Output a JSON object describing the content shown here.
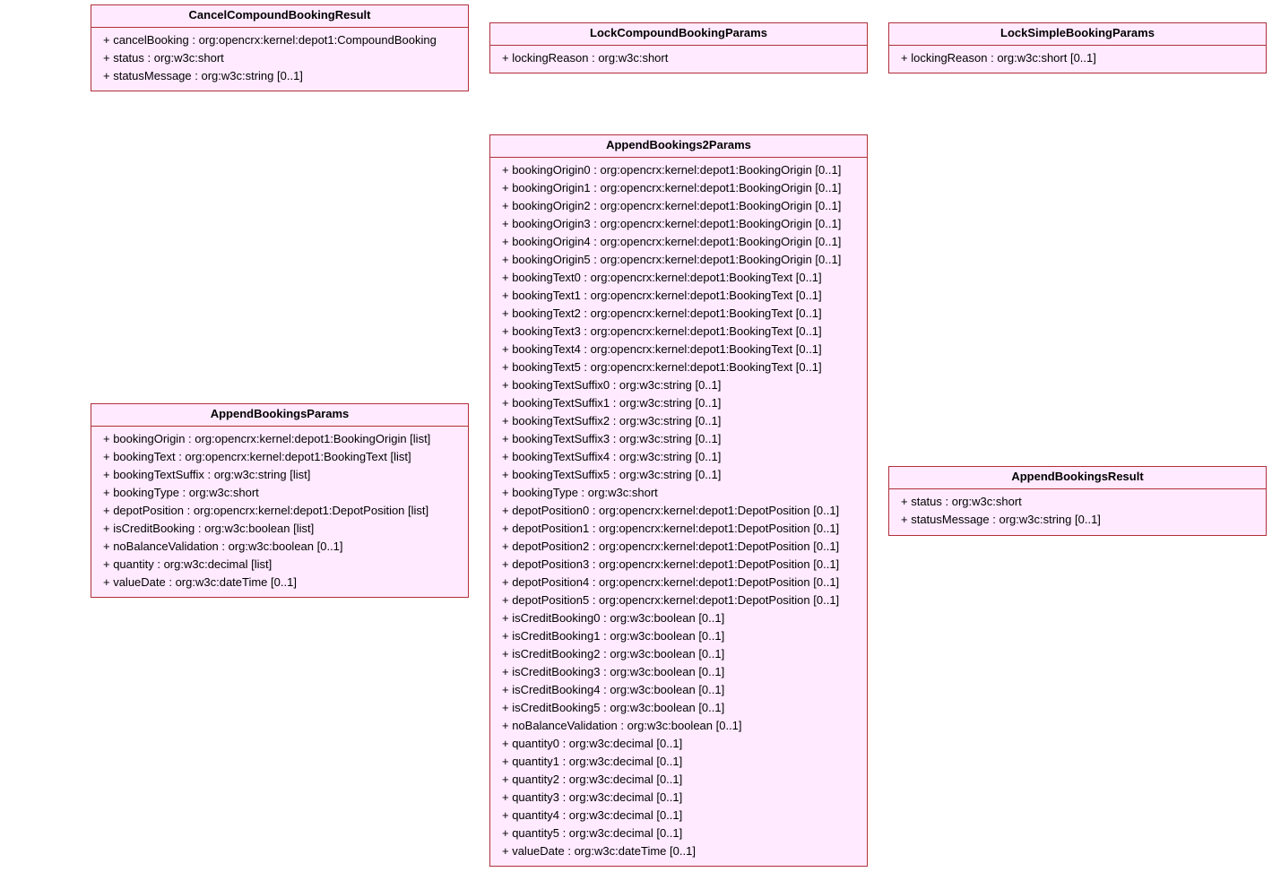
{
  "classes": [
    {
      "id": "box-cancel",
      "name": "CancelCompoundBookingResult",
      "attributes": [
        "+ cancelBooking : org:opencrx:kernel:depot1:CompoundBooking",
        "+ status : org:w3c:short",
        "+ statusMessage : org:w3c:string [0..1]"
      ]
    },
    {
      "id": "box-lockcomp",
      "name": "LockCompoundBookingParams",
      "attributes": [
        "+ lockingReason : org:w3c:short"
      ]
    },
    {
      "id": "box-locksimp",
      "name": "LockSimpleBookingParams",
      "attributes": [
        "+ lockingReason : org:w3c:short [0..1]"
      ]
    },
    {
      "id": "box-append2",
      "name": "AppendBookings2Params",
      "attributes": [
        "+ bookingOrigin0 : org:opencrx:kernel:depot1:BookingOrigin [0..1]",
        "+ bookingOrigin1 : org:opencrx:kernel:depot1:BookingOrigin [0..1]",
        "+ bookingOrigin2 : org:opencrx:kernel:depot1:BookingOrigin [0..1]",
        "+ bookingOrigin3 : org:opencrx:kernel:depot1:BookingOrigin [0..1]",
        "+ bookingOrigin4 : org:opencrx:kernel:depot1:BookingOrigin [0..1]",
        "+ bookingOrigin5 : org:opencrx:kernel:depot1:BookingOrigin [0..1]",
        "+ bookingText0 : org:opencrx:kernel:depot1:BookingText [0..1]",
        "+ bookingText1 : org:opencrx:kernel:depot1:BookingText [0..1]",
        "+ bookingText2 : org:opencrx:kernel:depot1:BookingText [0..1]",
        "+ bookingText3 : org:opencrx:kernel:depot1:BookingText [0..1]",
        "+ bookingText4 : org:opencrx:kernel:depot1:BookingText [0..1]",
        "+ bookingText5 : org:opencrx:kernel:depot1:BookingText [0..1]",
        "+ bookingTextSuffix0 : org:w3c:string [0..1]",
        "+ bookingTextSuffix1 : org:w3c:string [0..1]",
        "+ bookingTextSuffix2 : org:w3c:string [0..1]",
        "+ bookingTextSuffix3 : org:w3c:string [0..1]",
        "+ bookingTextSuffix4 : org:w3c:string [0..1]",
        "+ bookingTextSuffix5 : org:w3c:string [0..1]",
        "+ bookingType : org:w3c:short",
        "+ depotPosition0 : org:opencrx:kernel:depot1:DepotPosition [0..1]",
        "+ depotPosition1 : org:opencrx:kernel:depot1:DepotPosition [0..1]",
        "+ depotPosition2 : org:opencrx:kernel:depot1:DepotPosition [0..1]",
        "+ depotPosition3 : org:opencrx:kernel:depot1:DepotPosition [0..1]",
        "+ depotPosition4 : org:opencrx:kernel:depot1:DepotPosition [0..1]",
        "+ depotPosition5 : org:opencrx:kernel:depot1:DepotPosition [0..1]",
        "+ isCreditBooking0 : org:w3c:boolean [0..1]",
        "+ isCreditBooking1 : org:w3c:boolean [0..1]",
        "+ isCreditBooking2 : org:w3c:boolean [0..1]",
        "+ isCreditBooking3 : org:w3c:boolean [0..1]",
        "+ isCreditBooking4 : org:w3c:boolean [0..1]",
        "+ isCreditBooking5 : org:w3c:boolean [0..1]",
        "+ noBalanceValidation : org:w3c:boolean [0..1]",
        "+ quantity0 : org:w3c:decimal [0..1]",
        "+ quantity1 : org:w3c:decimal [0..1]",
        "+ quantity2 : org:w3c:decimal [0..1]",
        "+ quantity3 : org:w3c:decimal [0..1]",
        "+ quantity4 : org:w3c:decimal [0..1]",
        "+ quantity5 : org:w3c:decimal [0..1]",
        "+ valueDate : org:w3c:dateTime [0..1]"
      ]
    },
    {
      "id": "box-appendp",
      "name": "AppendBookingsParams",
      "attributes": [
        "+ bookingOrigin : org:opencrx:kernel:depot1:BookingOrigin [list]",
        "+ bookingText : org:opencrx:kernel:depot1:BookingText [list]",
        "+ bookingTextSuffix : org:w3c:string [list]",
        "+ bookingType : org:w3c:short",
        "+ depotPosition : org:opencrx:kernel:depot1:DepotPosition [list]",
        "+ isCreditBooking : org:w3c:boolean [list]",
        "+ noBalanceValidation : org:w3c:boolean [0..1]",
        "+ quantity : org:w3c:decimal [list]",
        "+ valueDate : org:w3c:dateTime [0..1]"
      ]
    },
    {
      "id": "box-appendr",
      "name": "AppendBookingsResult",
      "attributes": [
        "+ status : org:w3c:short",
        "+ statusMessage : org:w3c:string [0..1]"
      ]
    }
  ]
}
